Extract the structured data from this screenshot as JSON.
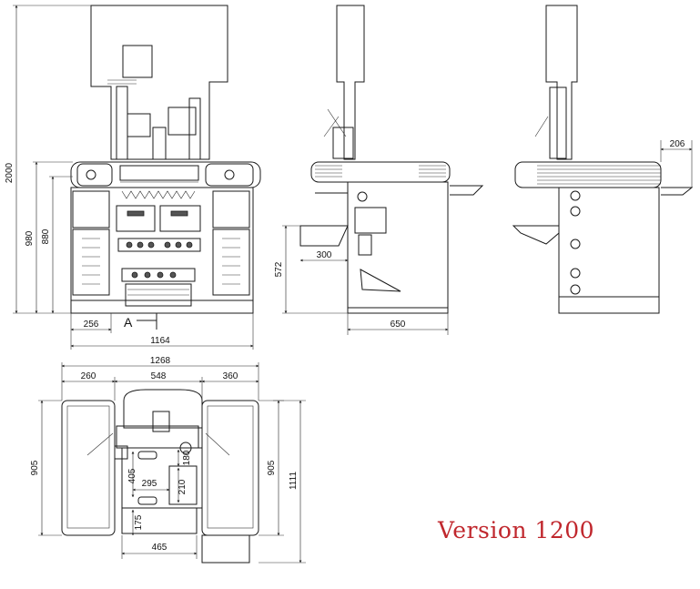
{
  "title": "Version 1200",
  "section_marker": "A",
  "front_view": {
    "dims": {
      "height_total": "2000",
      "height_980": "980",
      "height_880": "880",
      "width_256": "256",
      "width_total": "1164"
    }
  },
  "side_view": {
    "dims": {
      "height_572": "572",
      "depth_300": "300",
      "depth_650": "650"
    }
  },
  "rear_view": {
    "dims": {
      "depth_206": "206"
    }
  },
  "plan_view": {
    "dims": {
      "width_total": "1268",
      "left_260": "260",
      "middle_548": "548",
      "right_360": "360",
      "depth_905_left": "905",
      "depth_905_right": "905",
      "depth_1111": "1111",
      "d405": "405",
      "d295": "295",
      "d180": "180",
      "d210": "210",
      "d175": "175",
      "d465": "465"
    }
  }
}
